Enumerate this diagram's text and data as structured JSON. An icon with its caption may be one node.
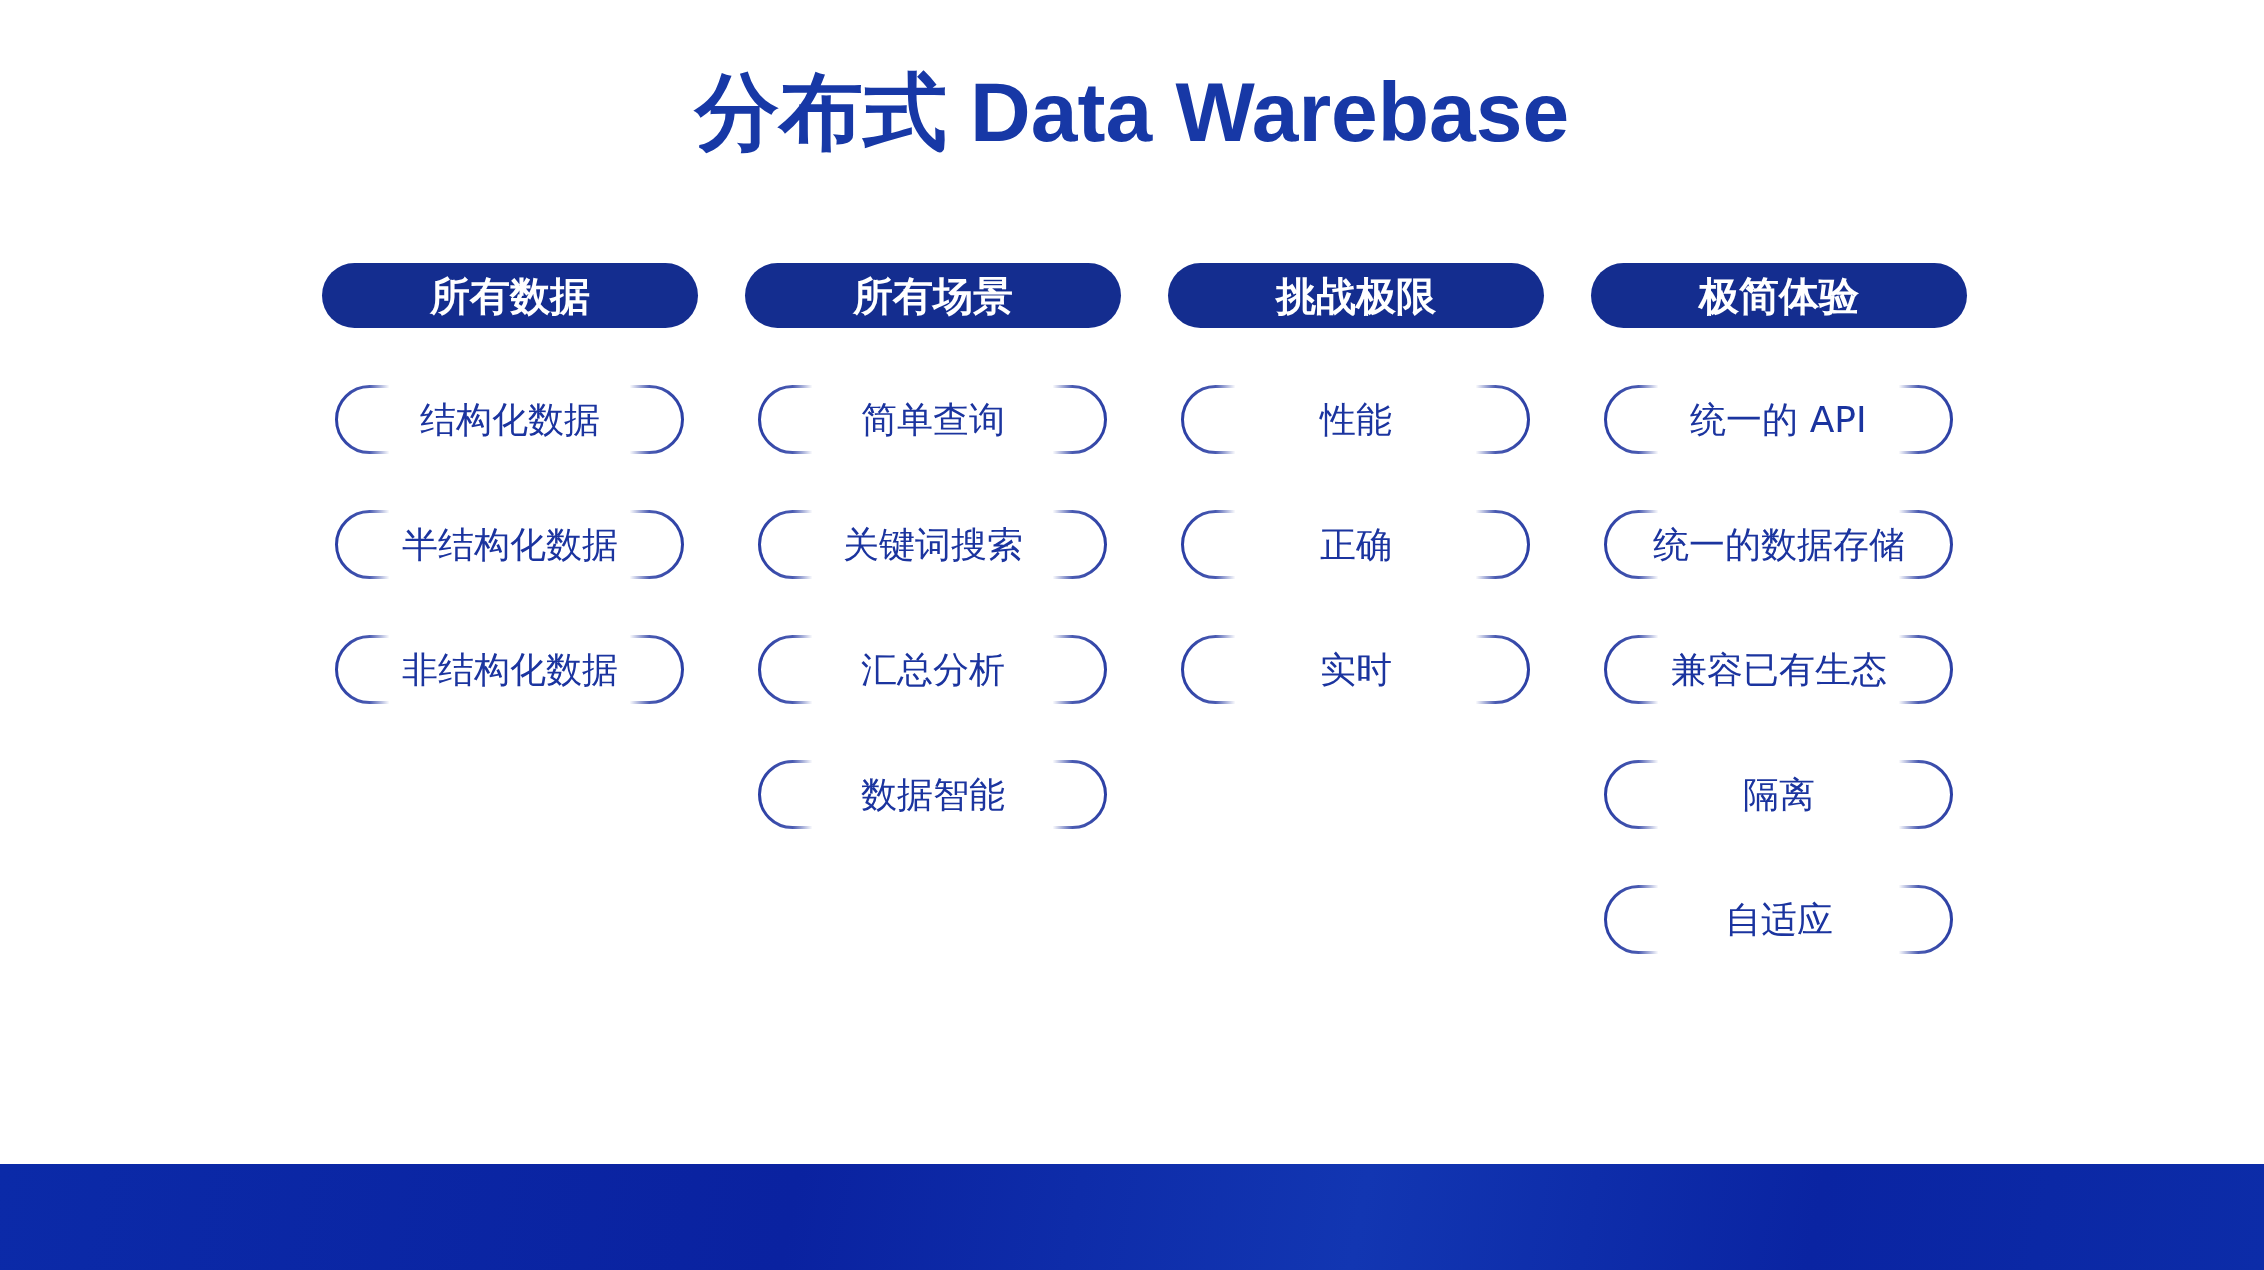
{
  "diagram": {
    "title": "分布式 Data Warebase",
    "nodes": [
      {
        "text": [
          "所有数据"
        ]
      },
      {
        "text": [
          "结构化数据"
        ]
      },
      {
        "text": [
          "半结构化数据"
        ]
      },
      {
        "text": [
          "非结构化数据"
        ]
      },
      {
        "text": [
          "所有场景"
        ]
      },
      {
        "text": [
          "简单查询"
        ]
      },
      {
        "text": [
          "关键词搜索"
        ]
      },
      {
        "text": [
          "汇总分析"
        ]
      },
      {
        "text": [
          "数据智能"
        ]
      },
      {
        "text": [
          "挑战极限"
        ]
      },
      {
        "text": [
          "性能"
        ]
      },
      {
        "text": [
          "正确"
        ]
      },
      {
        "text": [
          "实时"
        ]
      },
      {
        "text": [
          "极简体验"
        ]
      },
      {
        "text": [
          "统一的 API"
        ]
      },
      {
        "text": [
          "统一的数据存储"
        ]
      },
      {
        "text": [
          "兼容已有生态"
        ]
      },
      {
        "text": [
          "隔离"
        ]
      },
      {
        "text": [
          "自适应"
        ]
      }
    ]
  }
}
